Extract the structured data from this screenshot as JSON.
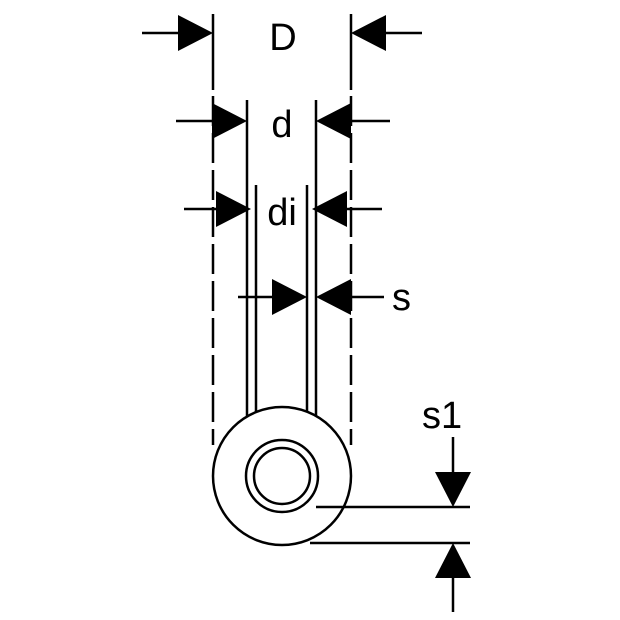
{
  "diagram": {
    "labels": {
      "D": "D",
      "d": "d",
      "di": "di",
      "s": "s",
      "s1": "s1"
    },
    "colors": {
      "line": "#000000",
      "background": "#ffffff"
    }
  }
}
